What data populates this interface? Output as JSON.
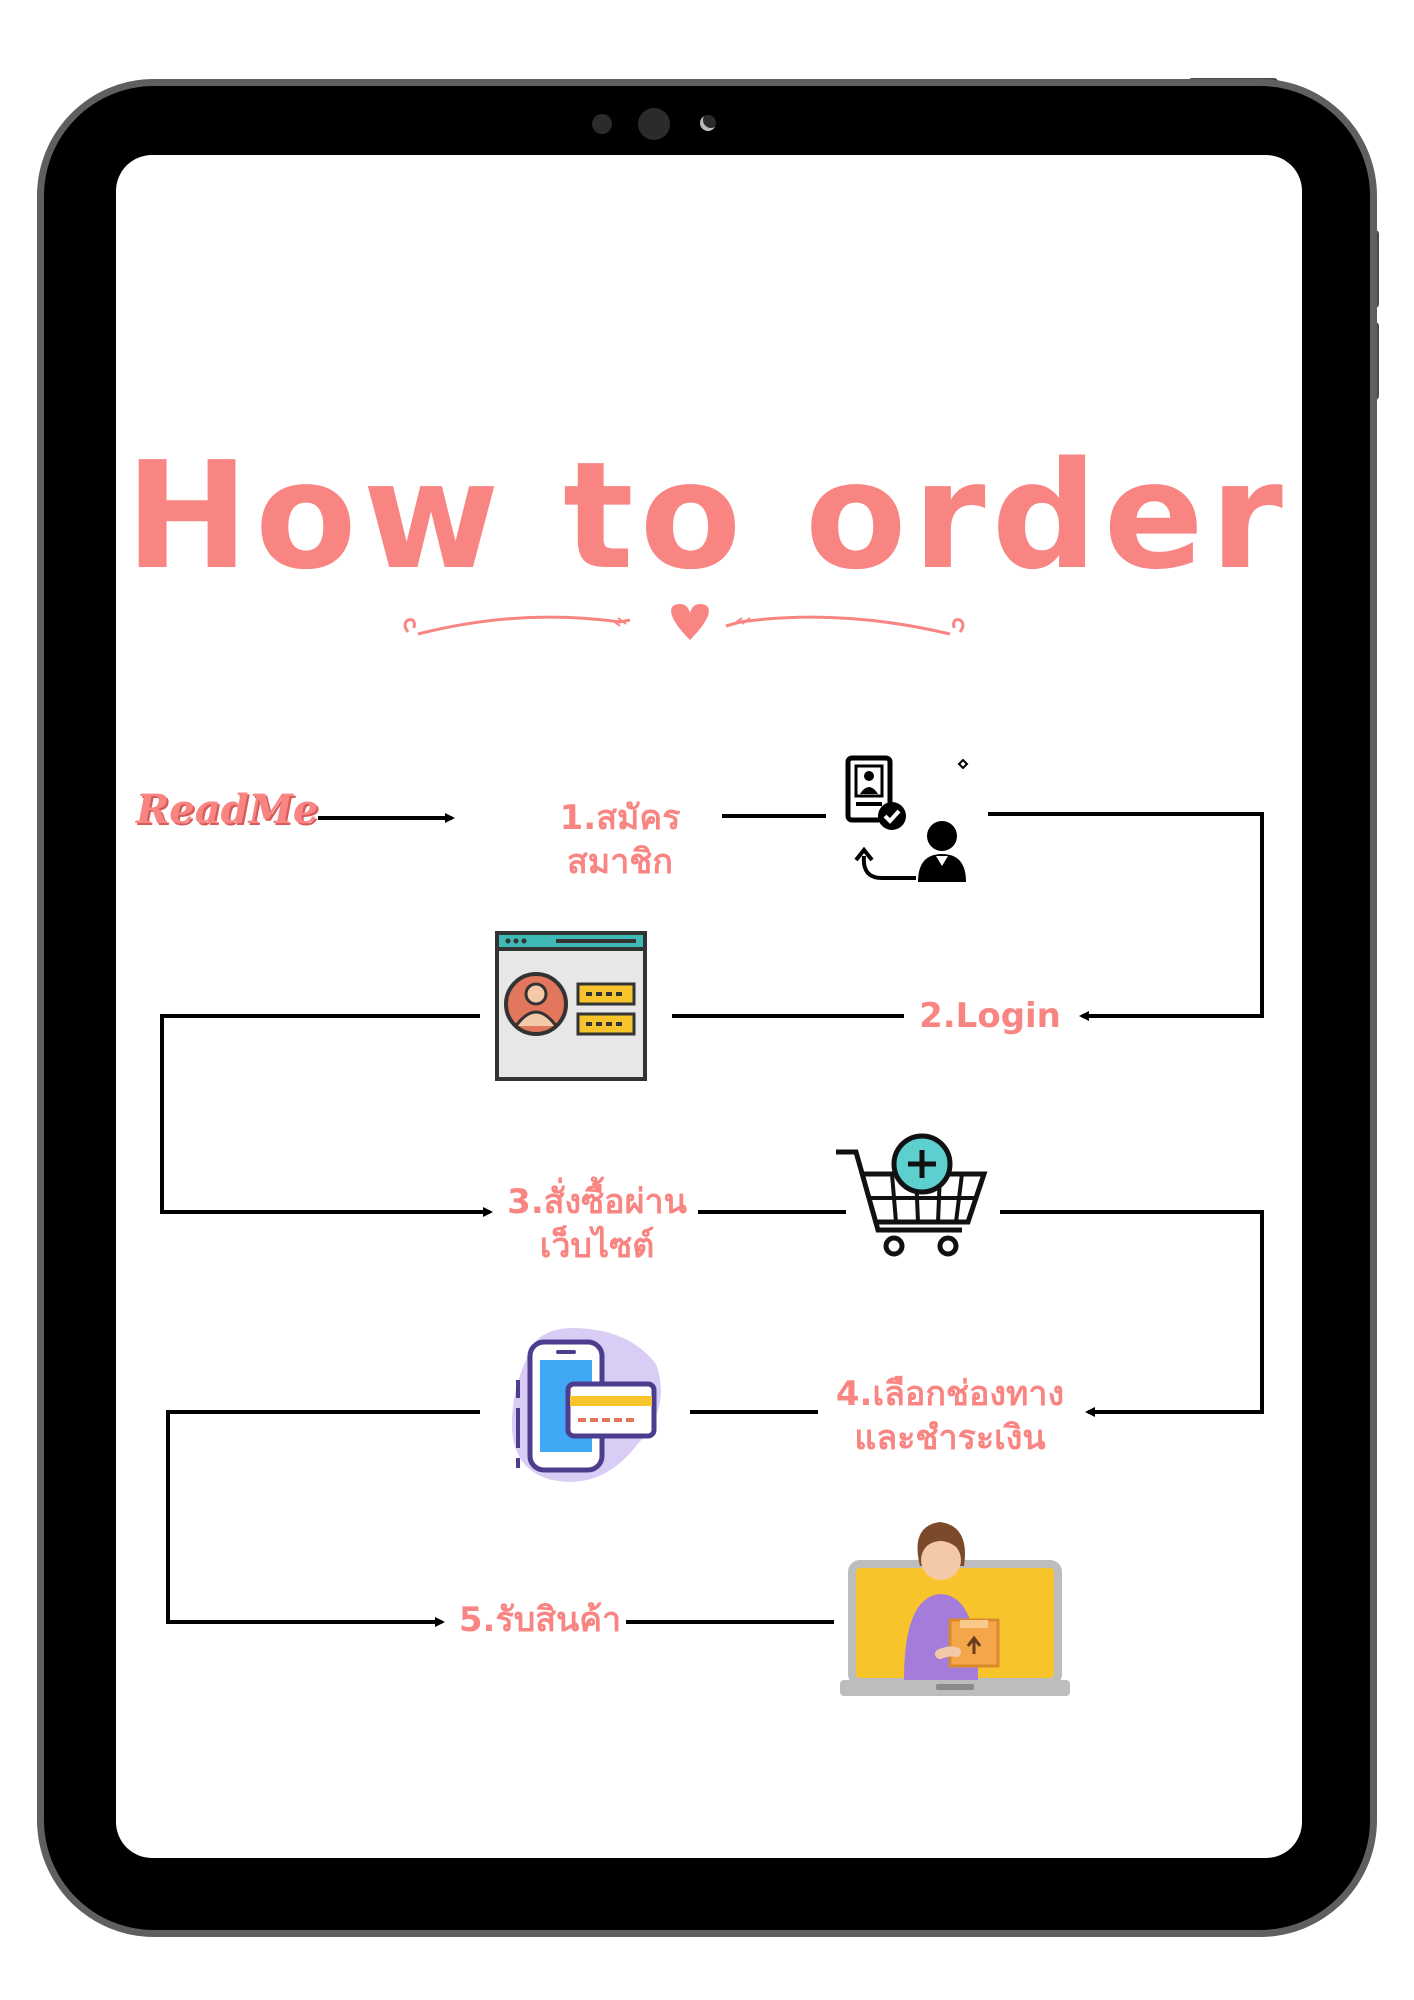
{
  "title": "How to order",
  "readme": "ReadMe",
  "steps": [
    {
      "line1": "1.สมัคร",
      "line2": "สมาชิก"
    },
    {
      "line1": "2.Login",
      "line2": ""
    },
    {
      "line1": "3.สั่งซื้อผ่าน",
      "line2": "เว็บไซต์"
    },
    {
      "line1": "4.เลือกช่องทาง",
      "line2": "และชำระเงิน"
    },
    {
      "line1": "5.รับสินค้า",
      "line2": ""
    }
  ],
  "colors": {
    "accent": "#f98583",
    "teal": "#5ccfce",
    "yellow": "#f8c42c",
    "purple": "#a47cd9"
  }
}
